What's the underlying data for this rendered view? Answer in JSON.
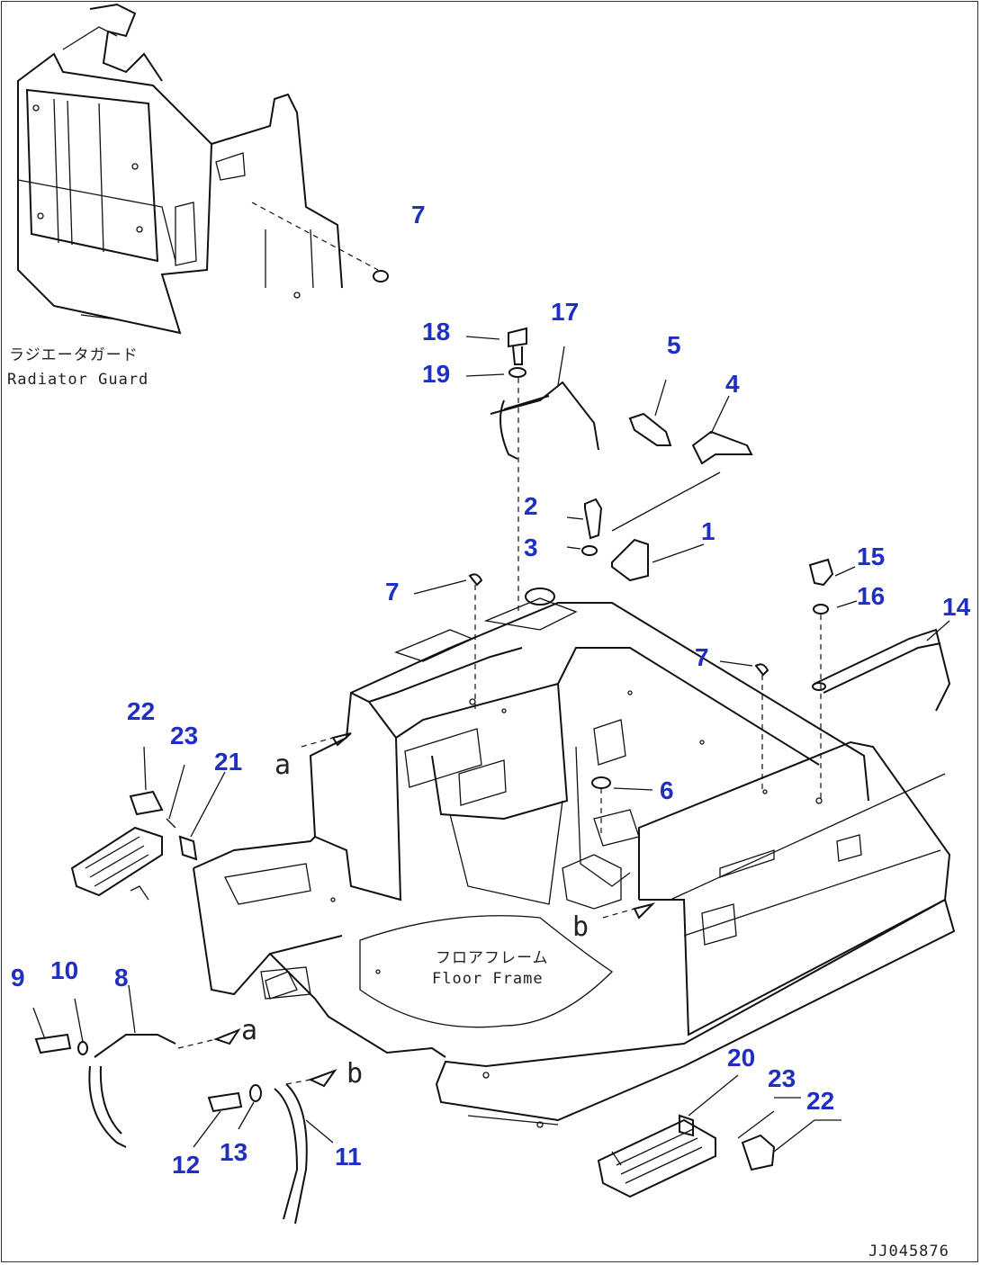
{
  "labels": {
    "radiator_guard_jp": "ラジエータガード",
    "radiator_guard_en": "Radiator Guard",
    "floor_frame_jp": "フロアフレーム",
    "floor_frame_en": "Floor Frame",
    "ref_a": "a",
    "ref_b": "b",
    "drawing_code": "JJ045876"
  },
  "callouts": [
    {
      "id": "c1",
      "text": "1"
    },
    {
      "id": "c2",
      "text": "2"
    },
    {
      "id": "c3",
      "text": "3"
    },
    {
      "id": "c4",
      "text": "4"
    },
    {
      "id": "c5",
      "text": "5"
    },
    {
      "id": "c6",
      "text": "6"
    },
    {
      "id": "c7a",
      "text": "7"
    },
    {
      "id": "c7b",
      "text": "7"
    },
    {
      "id": "c7c",
      "text": "7"
    },
    {
      "id": "c8",
      "text": "8"
    },
    {
      "id": "c9",
      "text": "9"
    },
    {
      "id": "c10",
      "text": "10"
    },
    {
      "id": "c11",
      "text": "11"
    },
    {
      "id": "c12",
      "text": "12"
    },
    {
      "id": "c13",
      "text": "13"
    },
    {
      "id": "c14",
      "text": "14"
    },
    {
      "id": "c15",
      "text": "15"
    },
    {
      "id": "c16",
      "text": "16"
    },
    {
      "id": "c17",
      "text": "17"
    },
    {
      "id": "c18",
      "text": "18"
    },
    {
      "id": "c19",
      "text": "19"
    },
    {
      "id": "c20",
      "text": "20"
    },
    {
      "id": "c21",
      "text": "21"
    },
    {
      "id": "c22a",
      "text": "22"
    },
    {
      "id": "c22b",
      "text": "22"
    },
    {
      "id": "c23a",
      "text": "23"
    },
    {
      "id": "c23b",
      "text": "23"
    }
  ],
  "colors": {
    "callout": "#1f2fc4",
    "line": "#111111"
  }
}
